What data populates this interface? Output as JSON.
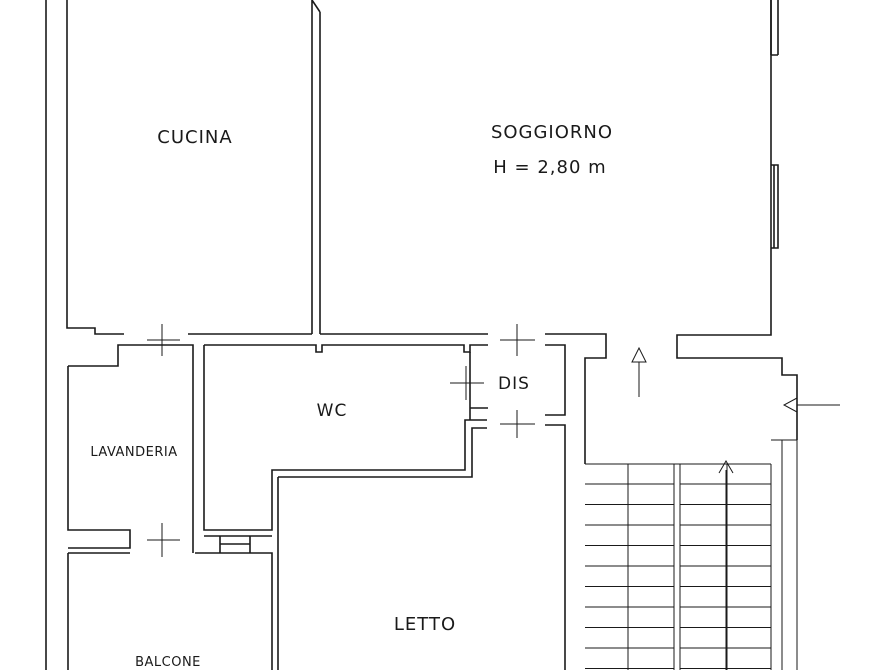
{
  "rooms": {
    "cucina": "CUCINA",
    "soggiorno": "SOGGIORNO",
    "height_note": "H = 2,80 m",
    "wc": "WC",
    "dis": "DIS",
    "lavanderia": "LAVANDERIA",
    "letto": "LETTO",
    "balcone": "BALCONE"
  },
  "colors": {
    "line": "#1a1a1a",
    "background": "#ffffff"
  }
}
